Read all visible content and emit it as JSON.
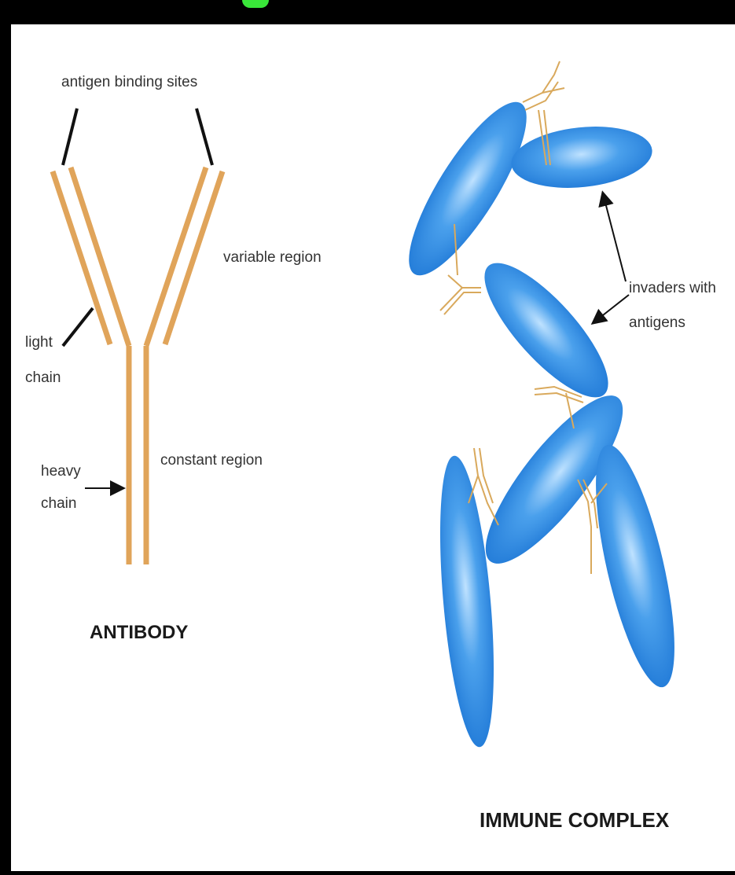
{
  "antibody": {
    "labels": {
      "antigen_binding_sites": "antigen binding sites",
      "variable_region": "variable region",
      "light_chain_line1": "light",
      "light_chain_line2": "chain",
      "heavy_chain_line1": "heavy",
      "heavy_chain_line2": "chain",
      "constant_region": "constant region"
    },
    "title": "ANTIBODY"
  },
  "immune_complex": {
    "labels": {
      "invaders_line1": "invaders with",
      "invaders_line2": "antigens"
    },
    "title": "IMMUNE COMPLEX"
  },
  "colors": {
    "chain": "#e0a45a",
    "cell": "#2f8be0",
    "cell_light": "#9fd0ff",
    "background": "#ffffff",
    "frame": "#000000",
    "top_mark": "#39e639"
  }
}
